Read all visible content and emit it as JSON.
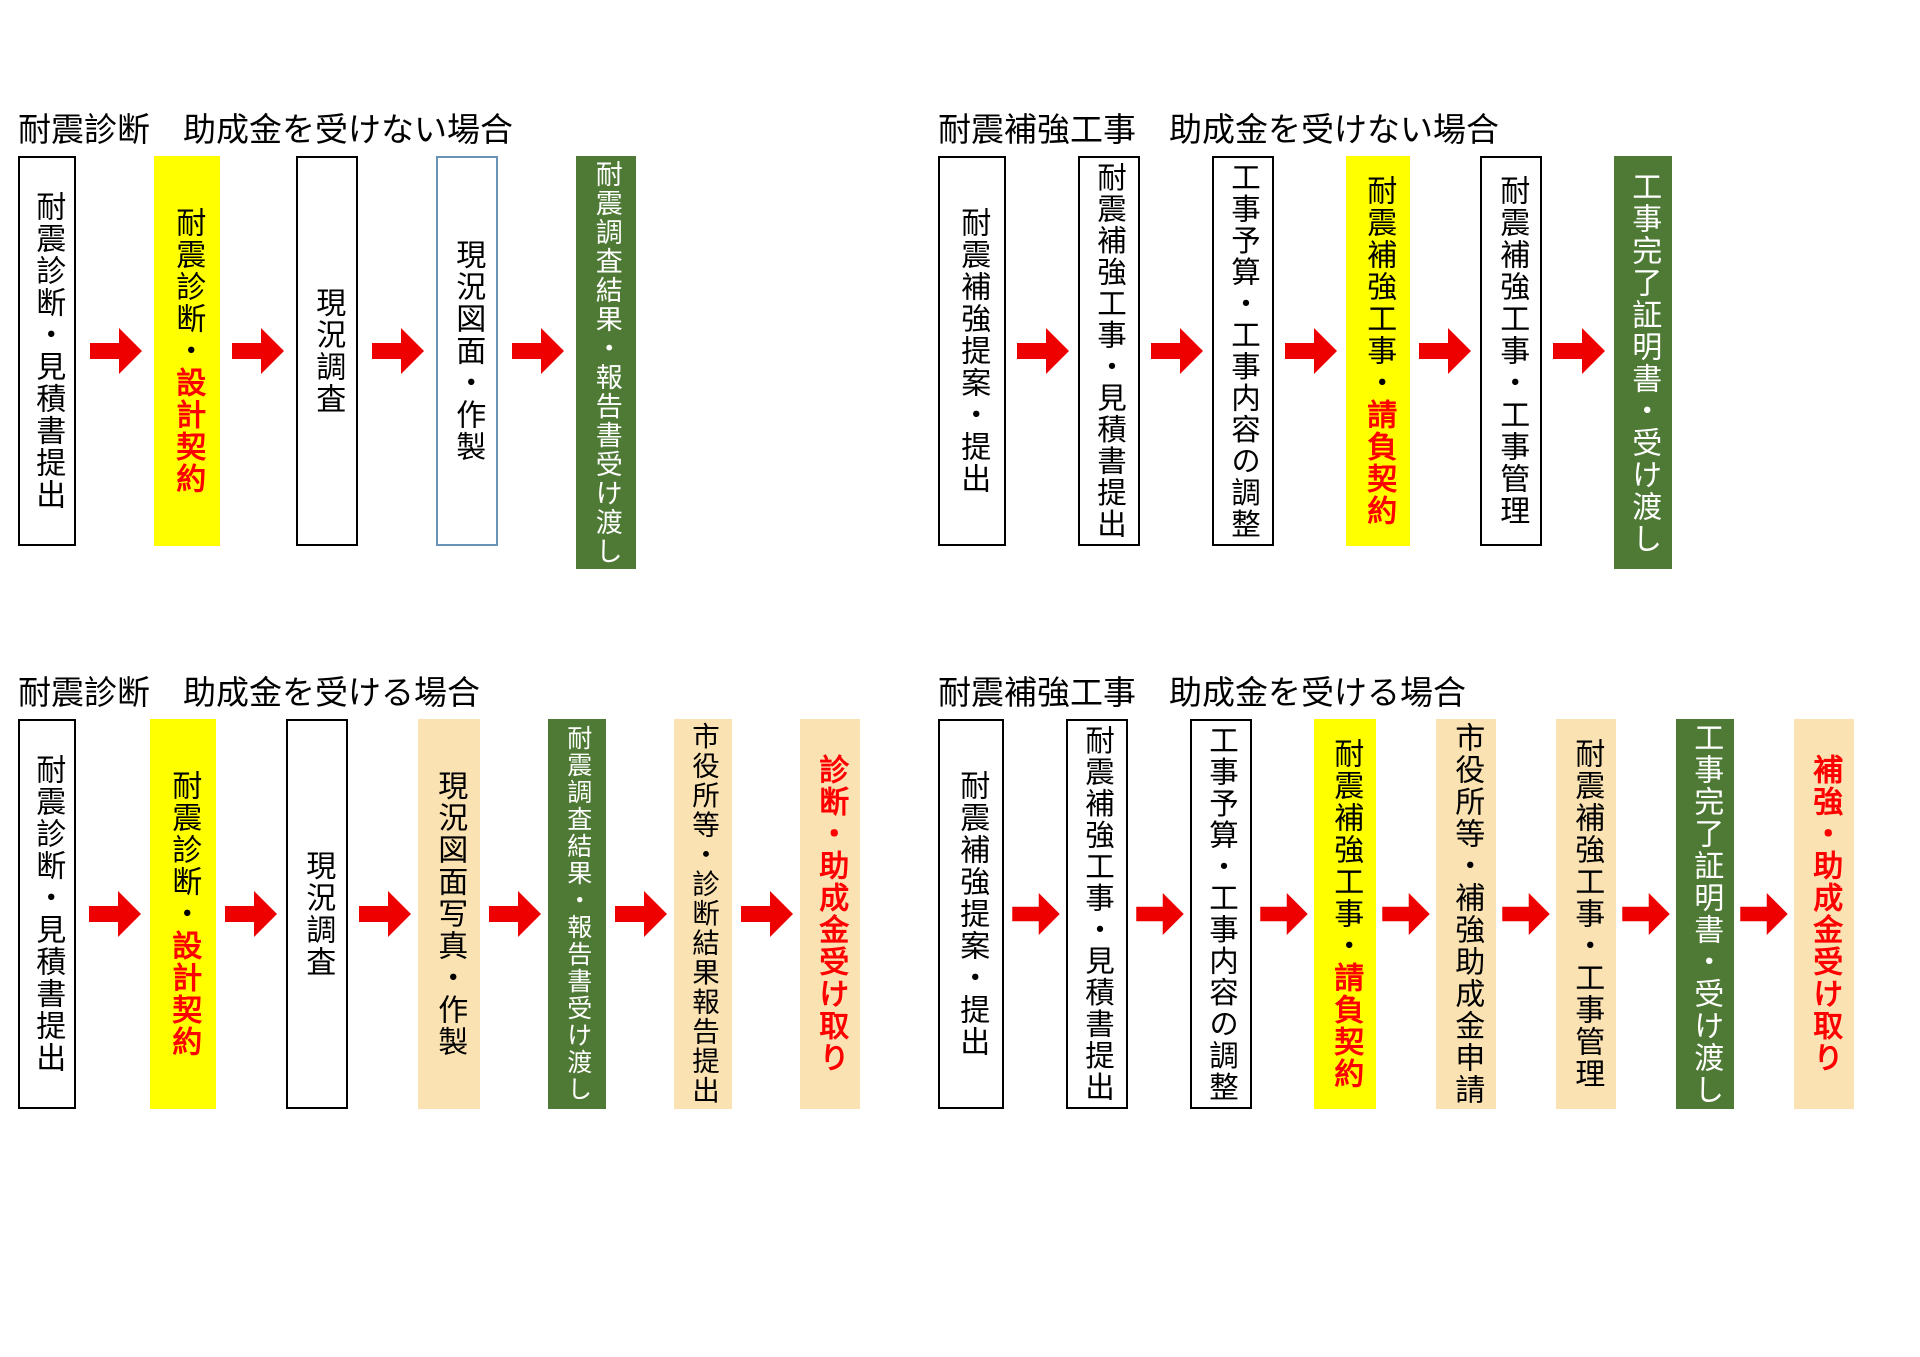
{
  "sections": [
    {
      "id": "taishin-shindan-no-subsidy",
      "title": "耐震診断　助成金を受けない場合",
      "steps": [
        {
          "label": "耐震診断・見積書提出",
          "style": "plain",
          "highlight": ""
        },
        {
          "label": "耐震診断・設計契約",
          "style": "yellow",
          "highlight": "設計契約"
        },
        {
          "label": "現況調査",
          "style": "plain",
          "highlight": ""
        },
        {
          "label": "現況図面・作製",
          "style": "blue",
          "highlight": ""
        },
        {
          "label": "耐震調査結果・報告書受け渡し",
          "style": "green",
          "highlight": ""
        }
      ]
    },
    {
      "id": "taishin-hokyo-koji-no-subsidy",
      "title": "耐震補強工事　助成金を受けない場合",
      "steps": [
        {
          "label": "耐震補強提案・提出",
          "style": "plain",
          "highlight": ""
        },
        {
          "label": "耐震補強工事・見積書提出",
          "style": "plain",
          "highlight": ""
        },
        {
          "label": "工事予算・工事内容の調整",
          "style": "plain",
          "highlight": ""
        },
        {
          "label": "耐震補強工事・請負契約",
          "style": "yellow",
          "highlight": "請負契約"
        },
        {
          "label": "耐震補強工事・工事管理",
          "style": "plain",
          "highlight": ""
        },
        {
          "label": "工事完了証明書・受け渡し",
          "style": "green",
          "highlight": ""
        }
      ]
    },
    {
      "id": "taishin-shindan-with-subsidy",
      "title": "耐震診断　助成金を受ける場合",
      "steps": [
        {
          "label": "耐震診断・見積書提出",
          "style": "plain",
          "highlight": ""
        },
        {
          "label": "耐震診断・設計契約",
          "style": "yellow",
          "highlight": "設計契約"
        },
        {
          "label": "現況調査",
          "style": "plain",
          "highlight": ""
        },
        {
          "label": "現況図面写真・作製",
          "style": "tan",
          "highlight": ""
        },
        {
          "label": "耐震調査結果・報告書受け渡し",
          "style": "green",
          "highlight": ""
        },
        {
          "label": "市役所等・診断結果報告提出",
          "style": "tan",
          "highlight": ""
        },
        {
          "label": "診断・助成金受け取り",
          "style": "tanred",
          "highlight": "診断・助成金受け取り"
        }
      ]
    },
    {
      "id": "taishin-hokyo-koji-with-subsidy",
      "title": "耐震補強工事　助成金を受ける場合",
      "steps": [
        {
          "label": "耐震補強提案・提出",
          "style": "plain",
          "highlight": ""
        },
        {
          "label": "耐震補強工事・見積書提出",
          "style": "plain",
          "highlight": ""
        },
        {
          "label": "工事予算・工事内容の調整",
          "style": "plain",
          "highlight": ""
        },
        {
          "label": "耐震補強工事・請負契約",
          "style": "yellow",
          "highlight": "請負契約"
        },
        {
          "label": "市役所等・補強助成金申請",
          "style": "tan",
          "highlight": ""
        },
        {
          "label": "耐震補強工事・工事管理",
          "style": "tan",
          "highlight": ""
        },
        {
          "label": "工事完了証明書・受け渡し",
          "style": "green",
          "highlight": ""
        },
        {
          "label": "補強・助成金受け取り",
          "style": "tanred",
          "highlight": "補強・助成金受け取り"
        }
      ]
    }
  ],
  "arrow": {
    "name": "right-arrow-icon",
    "color": "#ee0000"
  },
  "colors": {
    "highlight_yellow": "#ffff00",
    "result_green": "#4f7a35",
    "subsidy_tan": "#fbe2b3",
    "accent_red": "#ff0000",
    "blue_border": "#6a93b8",
    "black_border": "#000000"
  }
}
